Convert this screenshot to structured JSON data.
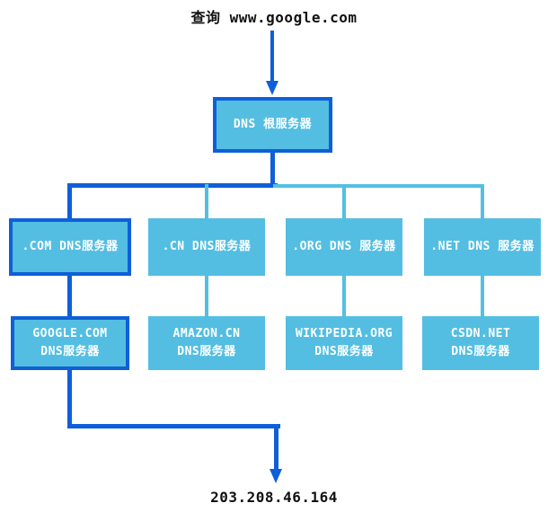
{
  "title": "查询 www.google.com",
  "result_ip": "203.208.46.164",
  "colors": {
    "box_fill": "#53bee2",
    "active_path": "#0f5fd8",
    "inactive_line": "#53c0e2",
    "box_text": "#ffffff",
    "plain_text": "#111111"
  },
  "nodes": {
    "root": {
      "label": "DNS 根服务器"
    },
    "tld": [
      {
        "label": ".COM DNS服务器",
        "active": true
      },
      {
        "label": ".CN DNS服务器",
        "active": false
      },
      {
        "label": ".ORG DNS 服务器",
        "active": false
      },
      {
        "label": ".NET DNS 服务器",
        "active": false
      }
    ],
    "authoritative": [
      {
        "line1": "GOOGLE.COM",
        "line2": "DNS服务器",
        "active": true
      },
      {
        "line1": "AMAZON.CN",
        "line2": "DNS服务器",
        "active": false
      },
      {
        "line1": "WIKIPEDIA.ORG",
        "line2": "DNS服务器",
        "active": false
      },
      {
        "line1": "CSDN.NET",
        "line2": "DNS服务器",
        "active": false
      }
    ]
  }
}
